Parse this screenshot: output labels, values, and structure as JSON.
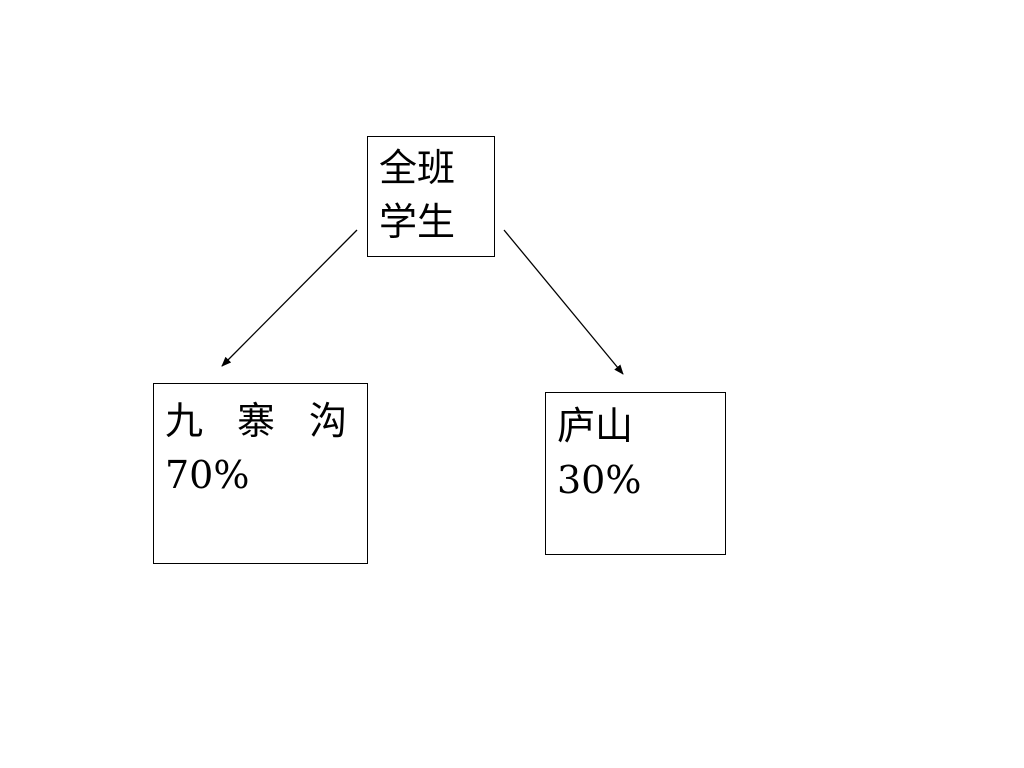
{
  "diagram": {
    "root": {
      "line1": "全班",
      "line2": "学生"
    },
    "left": {
      "line1": "九寨沟",
      "line2": "70%"
    },
    "right": {
      "line1": "庐山",
      "line2": "30%"
    },
    "colors": {
      "line": "#000000",
      "background": "#ffffff"
    }
  }
}
